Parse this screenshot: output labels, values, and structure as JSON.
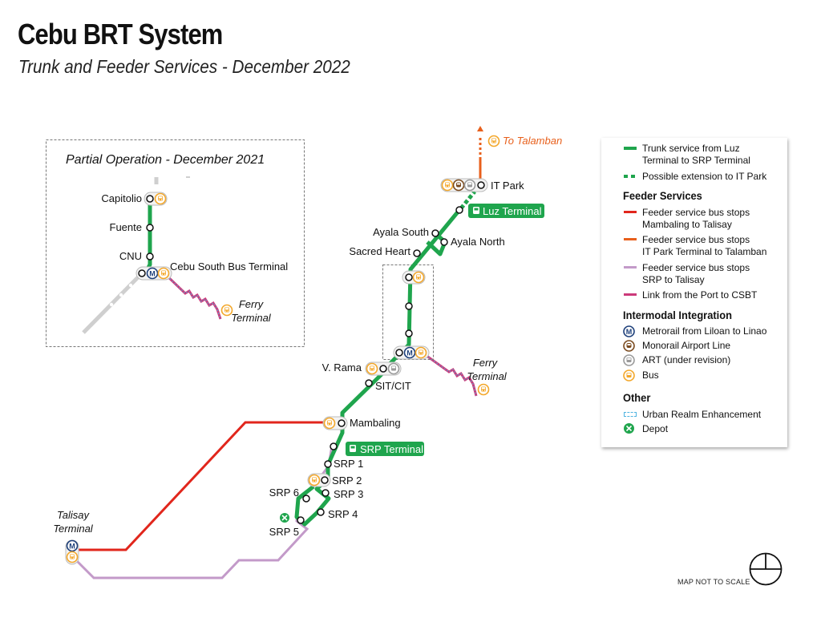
{
  "title": "Cebu BRT System",
  "subtitle": "Trunk and Feeder Services - December 2022",
  "colors": {
    "trunk": "#1fa54d",
    "red_feeder": "#e1261c",
    "orange_feeder": "#e8601c",
    "purple_feeder": "#c39ac9",
    "magenta_link": "#cc3a7a",
    "gray_line": "#cfcfcf"
  },
  "inset": {
    "title": "Partial Operation - December 2021",
    "stations": {
      "capitolio": "Capitolio",
      "fuente": "Fuente",
      "cnu": "CNU",
      "csbt": "Cebu South Bus Terminal",
      "ferry_line1": "Ferry",
      "ferry_line2": "Terminal"
    }
  },
  "map": {
    "to_talamban": "To Talamban",
    "it_park": "IT Park",
    "luz_terminal": "Luz Terminal",
    "ayala_south": "Ayala South",
    "ayala_north": "Ayala North",
    "sacred_heart": "Sacred Heart",
    "v_rama": "V. Rama",
    "sit_cit": "SIT/CIT",
    "ferry_line1": "Ferry",
    "ferry_line2": "Terminal",
    "mambaling": "Mambaling",
    "srp_terminal": "SRP Terminal",
    "srp1": "SRP 1",
    "srp2": "SRP 2",
    "srp3": "SRP 3",
    "srp4": "SRP 4",
    "srp5": "SRP 5",
    "srp6": "SRP 6",
    "talisay_line1": "Talisay",
    "talisay_line2": "Terminal"
  },
  "legend": {
    "trunk_line1": "Trunk service from Luz",
    "trunk_line2": "Terminal to SRP Terminal",
    "extension": "Possible extension to IT Park",
    "feeder_heading": "Feeder Services",
    "feeder_red_line1": "Feeder service bus stops",
    "feeder_red_line2": "Mambaling to Talisay",
    "feeder_orange_line1": "Feeder service bus stops",
    "feeder_orange_line2": "IT Park Terminal to Talamban",
    "feeder_purple_line1": "Feeder service bus stops",
    "feeder_purple_line2": "SRP to Talisay",
    "link_port": "Link from the Port to CSBT",
    "intermodal_heading": "Intermodal Integration",
    "metrorail": "Metrorail from Liloan to Linao",
    "monorail": "Monorail Airport Line",
    "art": "ART (under revision)",
    "bus": "Bus",
    "other_heading": "Other",
    "urban_realm": "Urban Realm Enhancement",
    "depot": "Depot"
  },
  "note": "MAP NOT TO SCALE",
  "icons": [
    "bus-icon",
    "metrorail-icon",
    "monorail-icon",
    "art-icon",
    "depot-icon",
    "compass-icon"
  ]
}
